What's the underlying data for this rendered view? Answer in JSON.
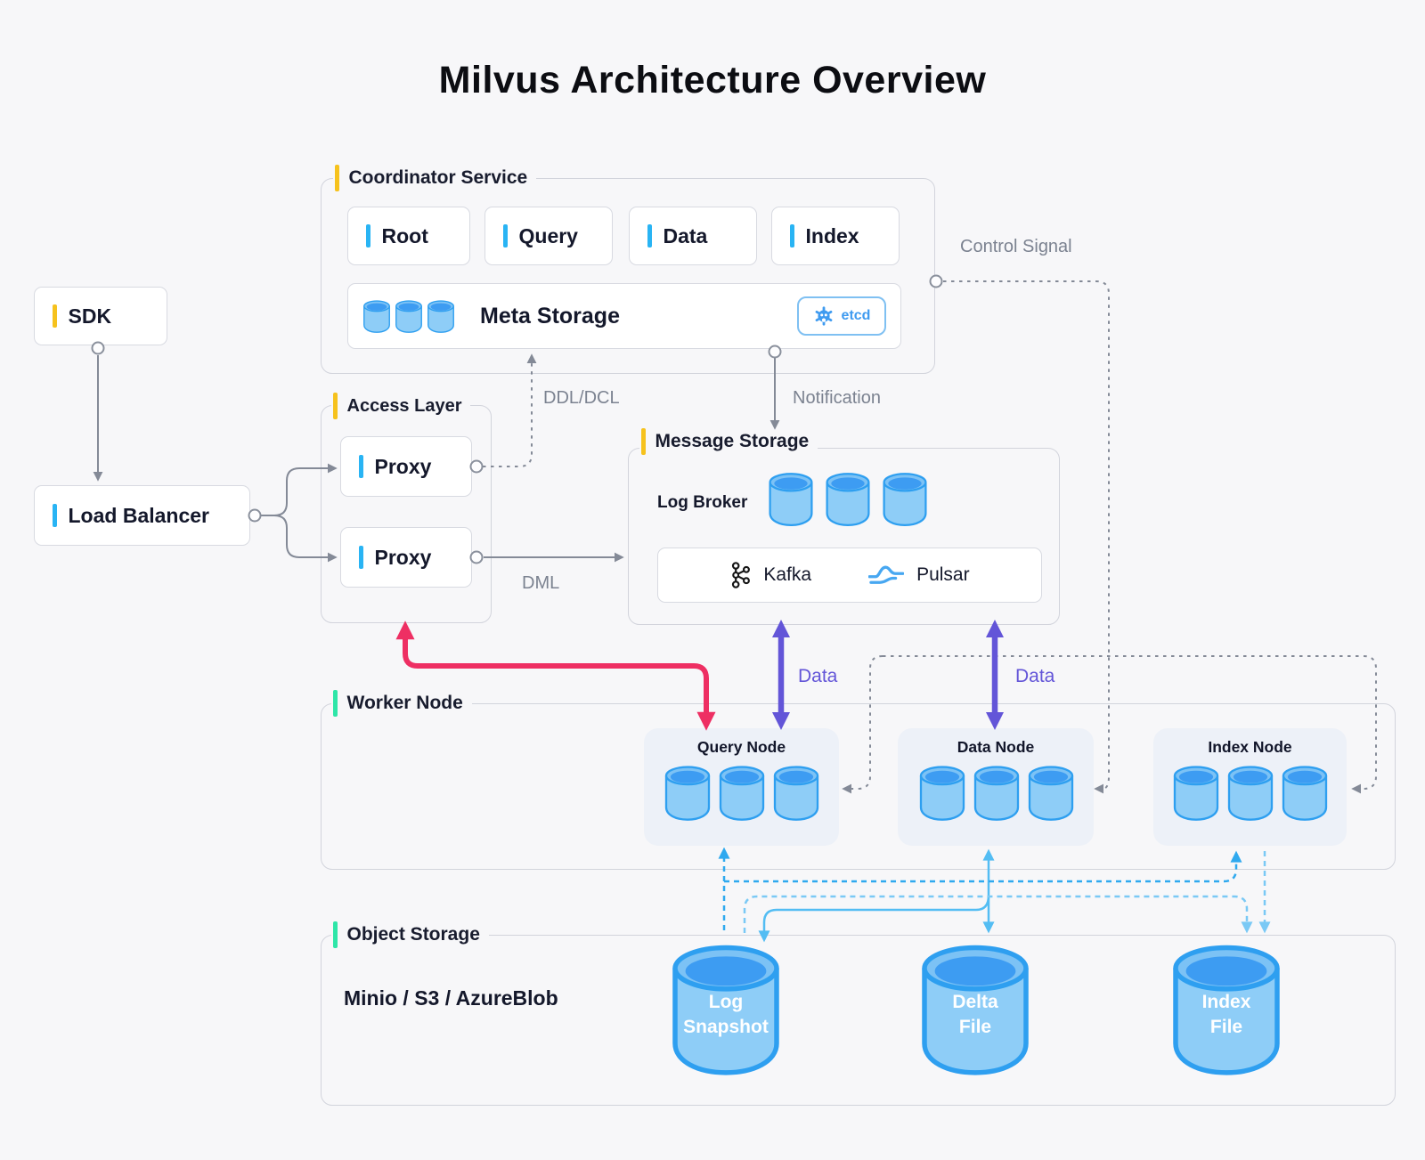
{
  "title": "Milvus Architecture Overview",
  "colors": {
    "bg": "#f7f7f9",
    "accent_yellow": "#f6c21d",
    "accent_blue": "#29b4f4",
    "accent_mint": "#2ee6a8",
    "pink": "#ee2f63",
    "purple": "#6355d8",
    "blue_solid": "#53bdf3",
    "blue_dash": "#2fa9ef",
    "blue_dash_light": "#7ac9f5",
    "gray_line": "#848a97",
    "text_dark": "#14182b",
    "text_gray": "#7b8290"
  },
  "coordinator": {
    "label": "Coordinator Service",
    "nodes": [
      {
        "label": "Root"
      },
      {
        "label": "Query"
      },
      {
        "label": "Data"
      },
      {
        "label": "Index"
      }
    ],
    "meta_storage": {
      "label": "Meta Storage",
      "badge": "etcd"
    }
  },
  "sdk": {
    "label": "SDK"
  },
  "load_balancer": {
    "label": "Load Balancer"
  },
  "access_layer": {
    "label": "Access Layer",
    "proxies": [
      {
        "label": "Proxy"
      },
      {
        "label": "Proxy"
      }
    ]
  },
  "message_storage": {
    "label": "Message Storage",
    "log_broker": "Log Broker",
    "brokers": [
      {
        "label": "Kafka"
      },
      {
        "label": "Pulsar"
      }
    ]
  },
  "worker_node": {
    "label": "Worker Node",
    "nodes": [
      {
        "label": "Query Node"
      },
      {
        "label": "Data Node"
      },
      {
        "label": "Index Node"
      }
    ]
  },
  "object_storage": {
    "label": "Object Storage",
    "providers": "Minio / S3 / AzureBlob",
    "files": [
      {
        "line1": "Log",
        "line2": "Snapshot"
      },
      {
        "line1": "Delta",
        "line2": "File"
      },
      {
        "line1": "Index",
        "line2": "File"
      }
    ]
  },
  "edges": {
    "control_signal": "Control Signal",
    "ddl_dcl": "DDL/DCL",
    "notification": "Notification",
    "dml": "DML",
    "data_query": "Data",
    "data_node": "Data"
  }
}
